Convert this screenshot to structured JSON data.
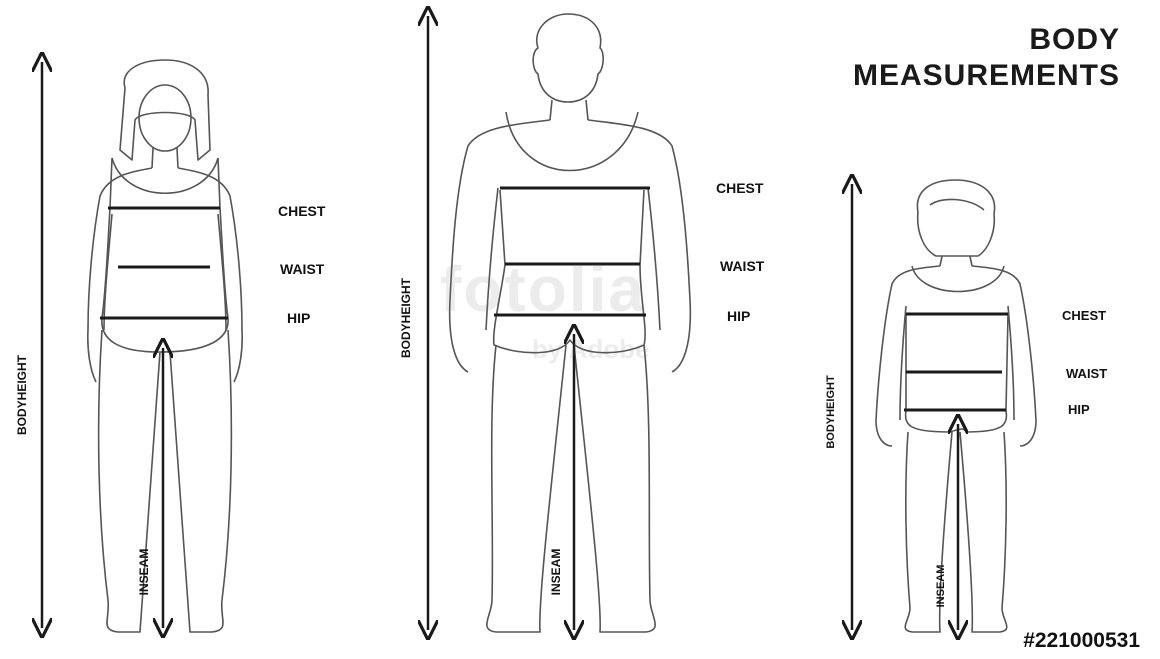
{
  "title": {
    "line1": "BODY",
    "line2": "MEASUREMENTS"
  },
  "stock_id": "#221000531",
  "watermark": {
    "brand": "fotolia",
    "sub": "by Adobe"
  },
  "figures": [
    {
      "id": "woman",
      "labels": {
        "chest": "CHEST",
        "waist": "WAIST",
        "hip": "HIP",
        "height": "BODYHEIGHT",
        "inseam": "INSEAM"
      }
    },
    {
      "id": "man",
      "labels": {
        "chest": "CHEST",
        "waist": "WAIST",
        "hip": "HIP",
        "height": "BODYHEIGHT",
        "inseam": "INSEAM"
      }
    },
    {
      "id": "child",
      "labels": {
        "chest": "CHEST",
        "waist": "WAIST",
        "hip": "HIP",
        "height": "BODYHEIGHT",
        "inseam": "INSEAM"
      }
    }
  ],
  "colors": {
    "line": "#1a1a1a",
    "outline": "#555555",
    "background": "#ffffff"
  }
}
